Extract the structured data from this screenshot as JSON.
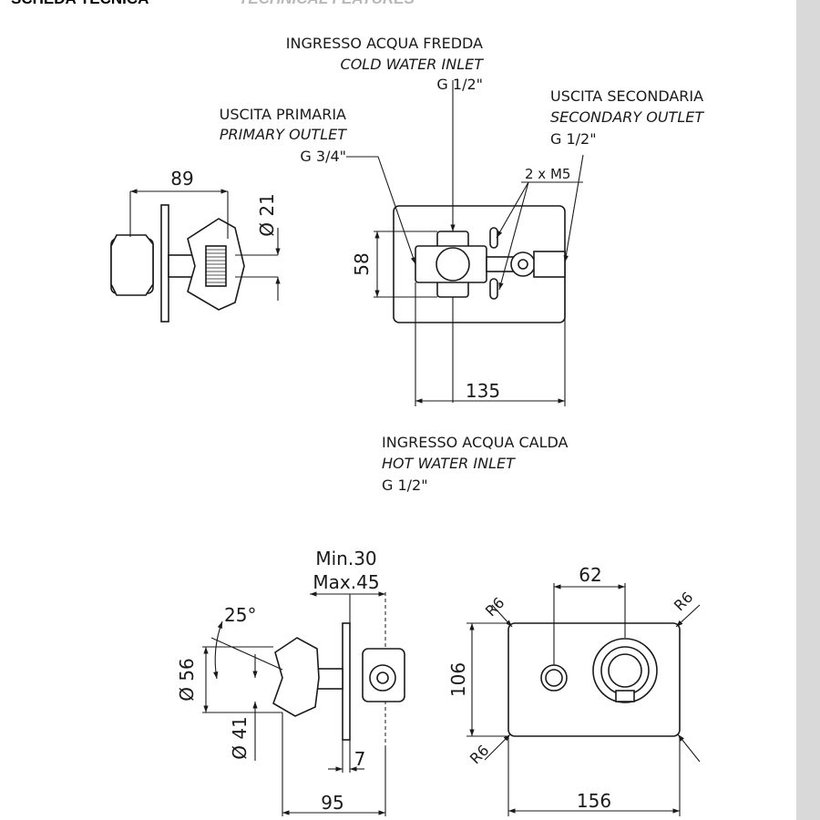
{
  "header": {
    "title": "SCHEDA TECNICA",
    "subtitle": "TECHNICAL FEATURES"
  },
  "top_view": {
    "cold_inlet": {
      "it": "INGRESSO ACQUA FREDDA",
      "en": "COLD WATER INLET",
      "size": "G 1/2\""
    },
    "primary_outlet": {
      "it": "USCITA PRIMARIA",
      "en": "PRIMARY OUTLET",
      "size": "G 3/4\""
    },
    "secondary_outlet": {
      "it": "USCITA SECONDARIA",
      "en": "SECONDARY OUTLET",
      "size": "G 1/2\""
    },
    "hot_inlet": {
      "it": "INGRESSO ACQUA CALDA",
      "en": "HOT WATER INLET",
      "size": "G 1/2\""
    },
    "screws": "2 x M5",
    "dim_89": "89",
    "dim_d21": "Ø 21",
    "dim_58": "58",
    "dim_135": "135"
  },
  "bottom_view": {
    "min_depth": "Min.30",
    "max_depth": "Max.45",
    "angle": "25°",
    "dim_d56": "Ø 56",
    "dim_d41": "Ø 41",
    "dim_7": "7",
    "dim_95": "95",
    "dim_62": "62",
    "dim_106": "106",
    "dim_156": "156",
    "radius": "R6"
  }
}
